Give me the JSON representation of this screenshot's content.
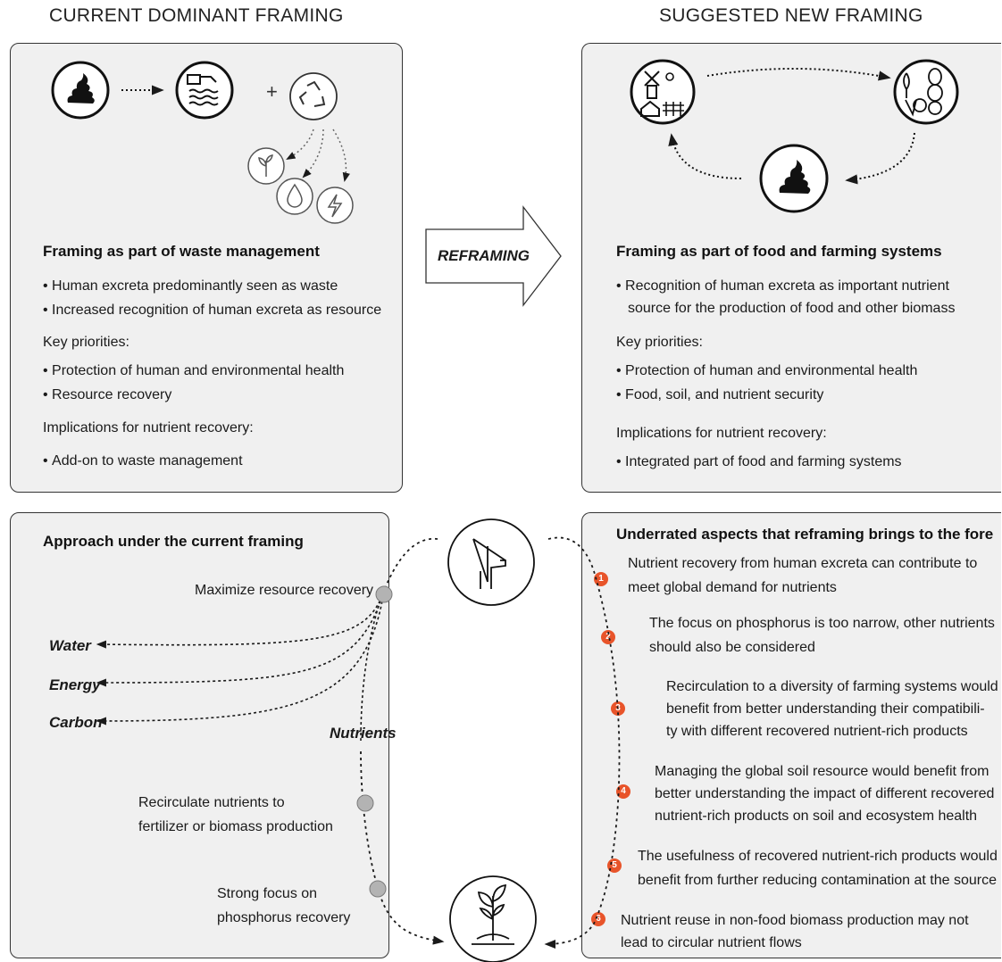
{
  "headers": {
    "left": "CURRENT DOMINANT FRAMING",
    "right": "SUGGESTED NEW FRAMING"
  },
  "reframing_label": "REFRAMING",
  "top_left": {
    "title": "Framing as part of waste management",
    "bullets": [
      "Human excreta predominantly seen as waste",
      "Increased recognition of human excreta as resource"
    ],
    "priorities_label": "Key priorities:",
    "priorities": [
      "Protection of human and environmental health",
      "Resource recovery"
    ],
    "implications_label": "Implications for nutrient recovery:",
    "implications": [
      "Add-on to waste management"
    ]
  },
  "top_right": {
    "title": "Framing as part of food and farming systems",
    "bullet_lines": [
      "Recognition of human excreta as important nutrient",
      "source for  the production of food and other biomass"
    ],
    "priorities_label": "Key priorities:",
    "priorities": [
      "Protection of human and environmental health",
      "Food, soil, and nutrient security"
    ],
    "implications_label": "Implications for nutrient recovery:",
    "implications": [
      "Integrated part of food and farming systems"
    ]
  },
  "bottom_left": {
    "title": "Approach under the current framing",
    "maximize": "Maximize resource recovery",
    "outputs": [
      "Water",
      "Energy",
      "Carbon"
    ],
    "nutrients_label": "Nutrients",
    "recirculate": [
      "Recirculate nutrients to",
      "fertilizer or biomass production"
    ],
    "focus": [
      "Strong focus on",
      "phosphorus recovery"
    ]
  },
  "bottom_right": {
    "title": "Underrated aspects that reframing brings to the fore",
    "items": [
      {
        "n": "1",
        "lines": [
          "Nutrient recovery from human excreta can contribute to",
          "meet global demand for nutrients"
        ]
      },
      {
        "n": "2",
        "lines": [
          "The focus on phosphorus is too narrow, other nutrients",
          "should also be considered"
        ]
      },
      {
        "n": "3",
        "lines": [
          "Recirculation to a diversity of farming systems would",
          "benefit from better understanding their compatibili-",
          "ty with different recovered nutrient-rich products"
        ]
      },
      {
        "n": "4",
        "lines": [
          "Managing the global soil resource would benefit from",
          "better understanding the impact of different recovered",
          "nutrient-rich products on soil and ecosystem health"
        ]
      },
      {
        "n": "5",
        "lines": [
          "The usefulness of recovered nutrient-rich products would",
          "benefit from further reducing contamination at the source"
        ]
      },
      {
        "n": "6",
        "lines": [
          "Nutrient reuse in non-food biomass production may not",
          "lead to circular nutrient flows"
        ]
      }
    ]
  },
  "icons": [
    "excreta-icon",
    "wastewater-icon",
    "recycle-icon",
    "plant-icon",
    "water-drop-icon",
    "energy-icon",
    "farm-icon",
    "food-icon",
    "toilet-icon",
    "sprout-icon"
  ],
  "colors": {
    "panel_bg": "#f0f0f0",
    "badge": "#e8542a",
    "marker": "#b3b3b3"
  }
}
